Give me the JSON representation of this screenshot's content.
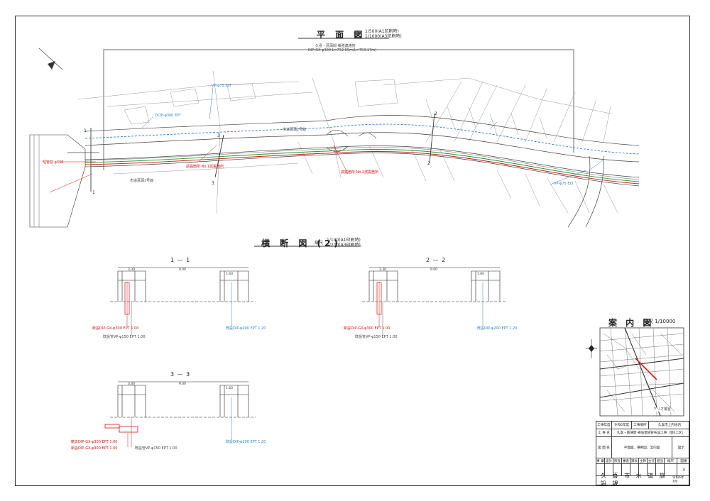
{
  "plan": {
    "title": "平 面 図",
    "scale_label": "縮尺",
    "scale_a1": "1/500(A1印刷時)",
    "scale_a3": "1/1000(A3印刷時)",
    "pipe_note_1": "久喜・菖蒲間 補強連絡管",
    "pipe_note_2": "DIP-GX φ300 L=752.05m(L=753.17m)",
    "road_label_1": "市道菖蒲1号線",
    "road_label_2": "市道菖蒲1号線",
    "red_labels": [
      "短管割 φ300",
      "試掘箇所 No.1試掘箇所",
      "試掘箇所 No.2試掘箇所"
    ],
    "blue_labels": [
      "VP-φ75 ELT",
      "VP-φ75 ELT",
      "DCIP-φ300 EPT"
    ]
  },
  "cross": {
    "title": "横 断 図 (2)",
    "scale_label": "縮尺",
    "scale_a1": "1/100(A1印刷時)",
    "scale_a3": "1/200(A3印刷時)",
    "sections": [
      {
        "label": "1 — 1",
        "width_total": "9.00",
        "left_w": "3.30",
        "right_w": "1.60",
        "red_note": "新設DIP-GX-φ300 EPT 1.00",
        "blue_note": "既設DIP-φ200 EPT 1.20",
        "gray_note": "既設管VP-φ150 EPT 1.00"
      },
      {
        "label": "2 — 2",
        "width_total": "9.00",
        "left_w": "3.30",
        "right_w": "1.60",
        "red_note": "新設DIP-GX-φ300 EPT 1.00",
        "blue_note": "既設DIP-φ200 EPT 1.20",
        "gray_note": "既設管VP-φ150 EPT 1.00"
      },
      {
        "label": "3 — 3",
        "width_total": "9.30",
        "left_w": "3.30",
        "right_w": "1.60",
        "red_note": "新設DIP-GX-φ300 EPT 1.00",
        "blue_note": "既設DIP-φ200 EPT 1.20",
        "gray_note": "既設管VP-φ150 EPT 1.00",
        "red_note_2": "撤去DIP-GX-φ300 EPT 1.00"
      }
    ]
  },
  "guide": {
    "title": "案 内 図",
    "scale_label": "縮尺 1/10000",
    "place_label": "アリオ鷲宮"
  },
  "title_block": {
    "r1": [
      "工事年度",
      "令和6年度",
      "工事場所",
      "久喜市上内地内"
    ],
    "r2": [
      "工 事 名",
      "久喜・菖蒲間 補強連絡管布設工事（第6工区）"
    ],
    "r3": [
      "図 面 名",
      "平面図、横断図、案内図",
      "図示"
    ],
    "r4": [
      "事 業",
      "設計",
      "照査",
      "審査",
      "課長",
      "主幹",
      "主任",
      "担当",
      "縮尺",
      "図番"
    ],
    "sheet_no": "3",
    "org": "久 喜 市 水 道 施 設 課",
    "date": "令和6年7月"
  },
  "colors": {
    "red": "#dd1111",
    "blue": "#2a7fd0",
    "green": "#1a9a2a",
    "line": "#333333"
  }
}
